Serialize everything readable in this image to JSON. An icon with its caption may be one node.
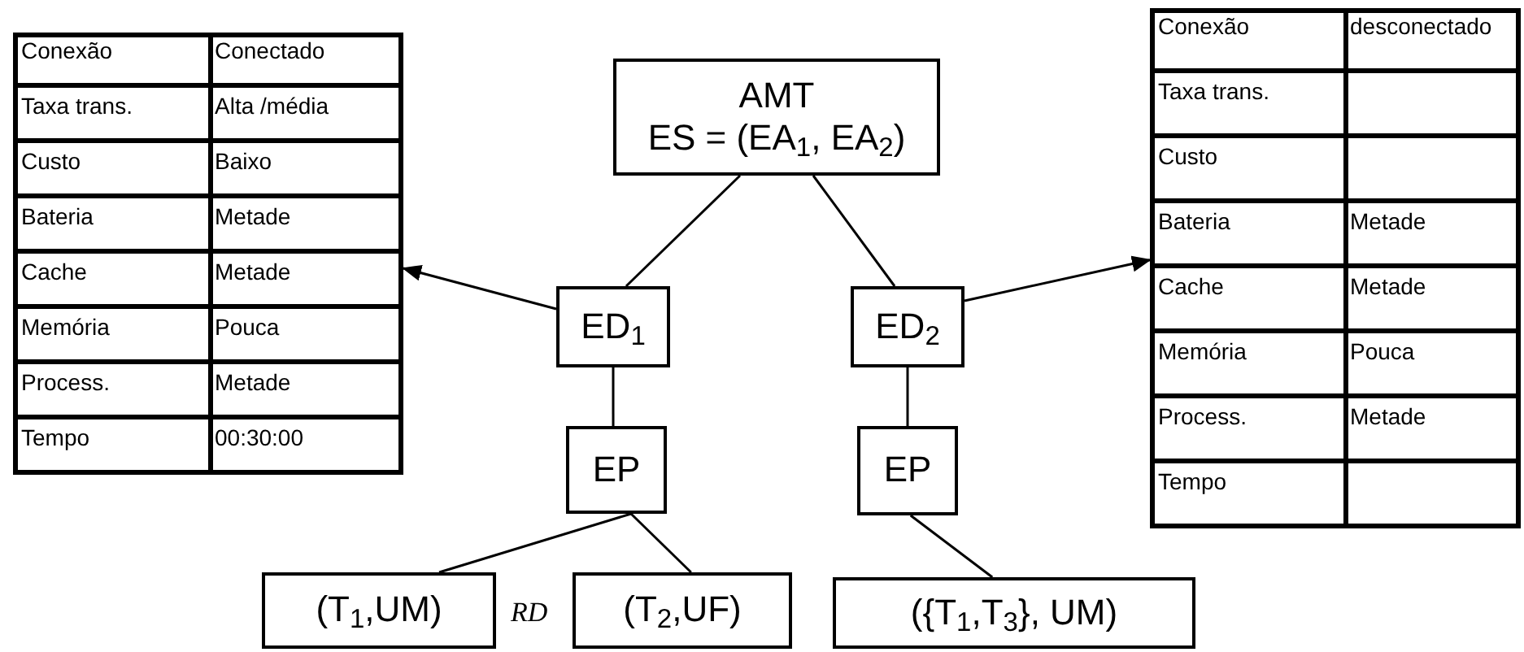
{
  "diagram": {
    "nodes": [
      {
        "text": [],
        "shape": "box"
      },
      {
        "text": [
          "Conexão",
          "Conectado"
        ],
        "in": 0
      },
      {
        "text": [
          "Taxa trans.",
          "Alta /média"
        ],
        "in": 0
      },
      {
        "text": [
          "Custo",
          "Baixo"
        ],
        "in": 0
      },
      {
        "text": [
          "Bateria",
          "Metade"
        ],
        "in": 0
      },
      {
        "text": [
          "Cache",
          "Metade"
        ],
        "in": 0
      },
      {
        "text": [
          "Memória",
          "Pouca"
        ],
        "in": 0
      },
      {
        "text": [
          "Process.",
          "Metade"
        ],
        "in": 0
      },
      {
        "text": [
          "Tempo",
          "00:30:00"
        ],
        "in": 0
      },
      {
        "text": [
          "AMT",
          "ES = (EA$_{1}$, EA$_{2}$)"
        ]
      },
      {
        "text": [],
        "shape": "box"
      },
      {
        "text": [
          "Conexão",
          "desconectado"
        ],
        "in": 10
      },
      {
        "text": [
          "Taxa trans."
        ],
        "in": 10
      },
      {
        "text": [
          "Custo"
        ],
        "in": 10
      },
      {
        "text": [
          "Bateria",
          "Metade"
        ],
        "in": 10
      },
      {
        "text": [
          "Cache",
          "Metade"
        ],
        "in": 10
      },
      {
        "text": [
          "Memória",
          "Pouca"
        ],
        "in": 10
      },
      {
        "text": [
          "Process.",
          "Metade"
        ],
        "in": 10
      },
      {
        "text": [
          "Tempo"
        ],
        "in": 10
      },
      {
        "text": [
          "ED$_{1}$"
        ]
      },
      {
        "text": [
          "ED$_{2}$"
        ]
      },
      {
        "text": [
          "EP"
        ]
      },
      {
        "text": [
          "EP"
        ]
      },
      {
        "text": [
          "(T$_{1}$,UM)"
        ]
      },
      {
        "text": [
          "(T$_{2}$,UF)"
        ]
      },
      {
        "text": [
          "({T$_{1}$,T$_{3}$}, UM)"
        ]
      }
    ],
    "edges": [
      {
        "from": 9,
        "to": 19,
        "arrow": "none"
      },
      {
        "from": 9,
        "to": 20,
        "arrow": "none"
      },
      {
        "from": 19,
        "to": 0,
        "arrow": "to"
      },
      {
        "from": 20,
        "to": 10,
        "arrow": "to"
      },
      {
        "from": 19,
        "to": 21,
        "arrow": "none"
      },
      {
        "from": 20,
        "to": 22,
        "arrow": "none"
      },
      {
        "from": 21,
        "to": 23,
        "arrow": "none"
      },
      {
        "from": 21,
        "to": 24,
        "arrow": "none"
      },
      {
        "from": 22,
        "to": 25,
        "arrow": "none"
      }
    ],
    "labels": [
      "RD"
    ]
  }
}
